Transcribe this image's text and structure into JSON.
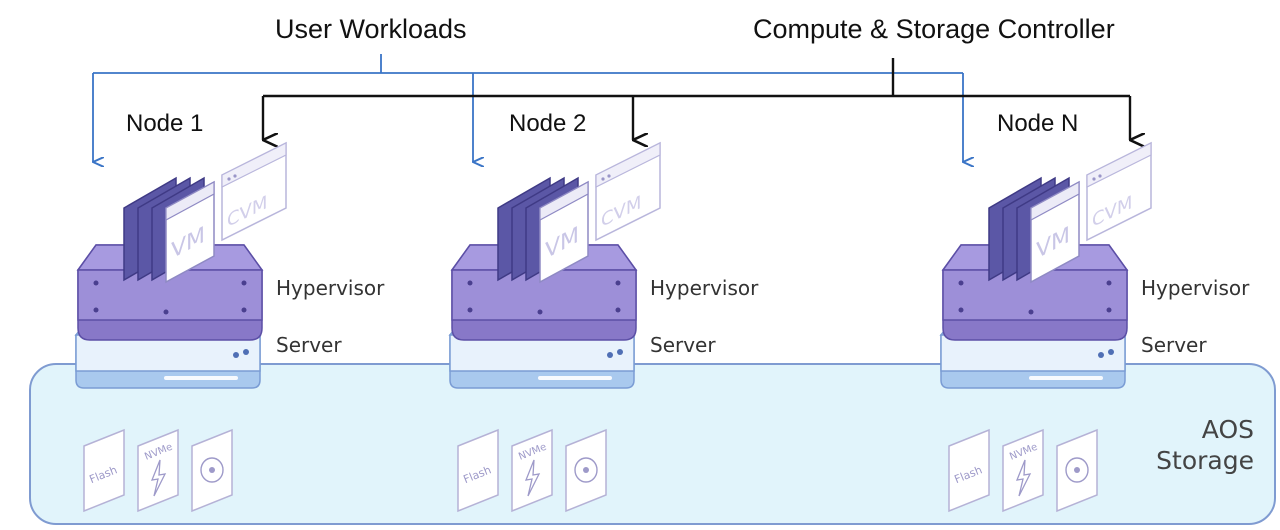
{
  "labels": {
    "user_workloads": "User Workloads",
    "controller": "Compute & Storage Controller",
    "aos_line1": "AOS",
    "aos_line2": "Storage"
  },
  "nodes": [
    {
      "name": "Node 1",
      "hypervisor": "Hypervisor",
      "server": "Server",
      "vm": "VM",
      "cvm": "CVM",
      "disks": [
        "Flash",
        "NVMe",
        "HDD"
      ]
    },
    {
      "name": "Node 2",
      "hypervisor": "Hypervisor",
      "server": "Server",
      "vm": "VM",
      "cvm": "CVM",
      "disks": [
        "Flash",
        "NVMe",
        "HDD"
      ]
    },
    {
      "name": "Node N",
      "hypervisor": "Hypervisor",
      "server": "Server",
      "vm": "VM",
      "cvm": "CVM",
      "disks": [
        "Flash",
        "NVMe",
        "HDD"
      ]
    }
  ],
  "colors": {
    "workload_line": "#3a74c6",
    "controller_line": "#111111",
    "hypervisor_top": "#a79ae0",
    "hypervisor_side": "#8878c8",
    "server_top": "#e8f2fc",
    "server_side": "#a9c9ee",
    "storage_fill": "#e1f4fb",
    "storage_border": "#7f9bd1",
    "vm_dark": "#5b57a6",
    "disk_outline": "#b5b2d6"
  }
}
